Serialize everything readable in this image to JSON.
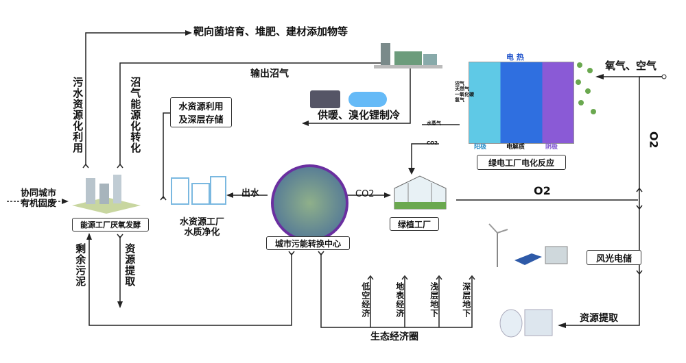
{
  "labels": {
    "target_products": "靶向菌培育、堆肥、建材添加物等",
    "output_biogas": "输出沼气",
    "heating_cooling": "供暖、溴化锂制冷",
    "water_use": "水资源利用\n及深层存储",
    "sewage_resource": "污水资源化利用",
    "biogas_energy": "沼气能源化转化",
    "co_process": "协同城市\n有机固废",
    "energy_plant": "能源工厂厌氧发酵",
    "water_plant": "水资源工厂\n水质净化",
    "outlet_water": "出水",
    "center": "城市污能转换中心",
    "co2": "CO2",
    "green_plant": "绿植工厂",
    "o2": "O2",
    "o2_vertical": "O2",
    "oxygen_air": "氧气、空气",
    "electrochem": "绿电工厂电化反应",
    "electric_heat": "电  热",
    "anode": "阳极",
    "electrolyte": "电解质",
    "cathode": "阴极",
    "co2_small": "CO2",
    "steam": "水蒸气",
    "gas_list": "沼气\n天然气\n一氧化碳\n氢气",
    "wind_solar": "风光电储",
    "resource_extract": "资源提取",
    "residual_sludge": "剩余污泥",
    "resource_extract_v": "资源提取",
    "low_altitude": "低空经济",
    "surface_economy": "地表经济",
    "shallow_underground": "浅层地下",
    "deep_underground": "深层地下",
    "eco_circle": "生态经济圈"
  },
  "icons": {
    "reactor": "electrolysis-cell-icon",
    "factory": "factory-icon",
    "greenhouse": "greenhouse-icon",
    "wind": "wind-turbine-icon",
    "solar": "solar-panel-icon",
    "tanks": "storage-tanks-icon"
  },
  "colors": {
    "anode": "#5fc9e6",
    "electrolyte": "#2f6fe0",
    "cathode": "#8a5ad6",
    "line": "#222222",
    "green": "#6aa84f"
  }
}
